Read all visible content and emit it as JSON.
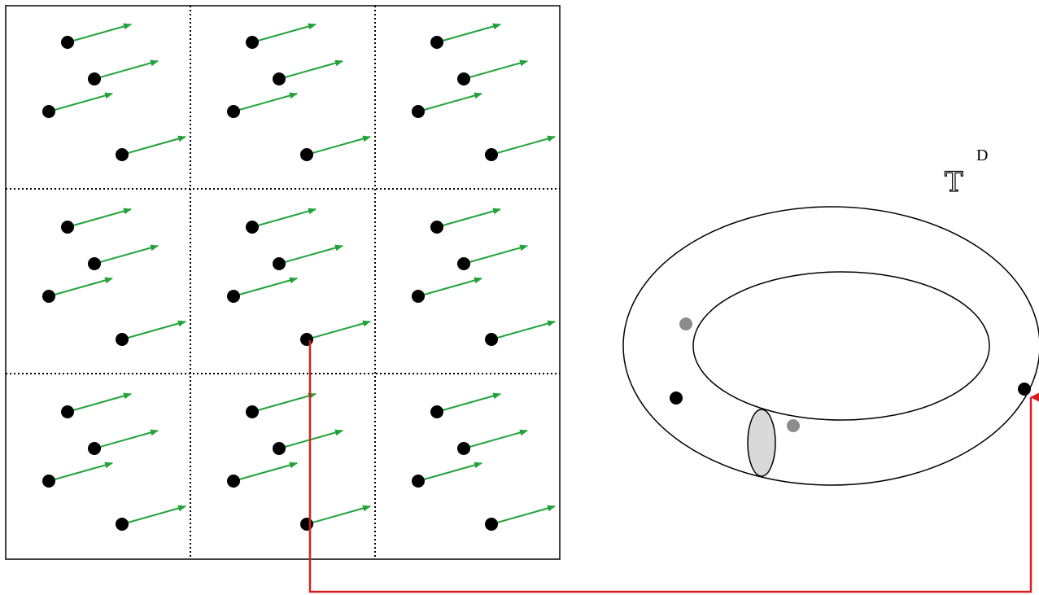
{
  "torus_label": {
    "symbol": "T",
    "superscript": "D"
  },
  "colors": {
    "background": "#ffffff",
    "box_stroke": "#000000",
    "grid_dotted": "#000000",
    "particle": "#000000",
    "ghost_particle": "#8c8c8c",
    "velocity_arrow": "#22a33a",
    "mapping_arrow": "#d42020",
    "cross_section_fill": "#d9d9d9"
  },
  "grid": {
    "rows": 3,
    "cols": 3
  },
  "particles_per_cell": 4
}
